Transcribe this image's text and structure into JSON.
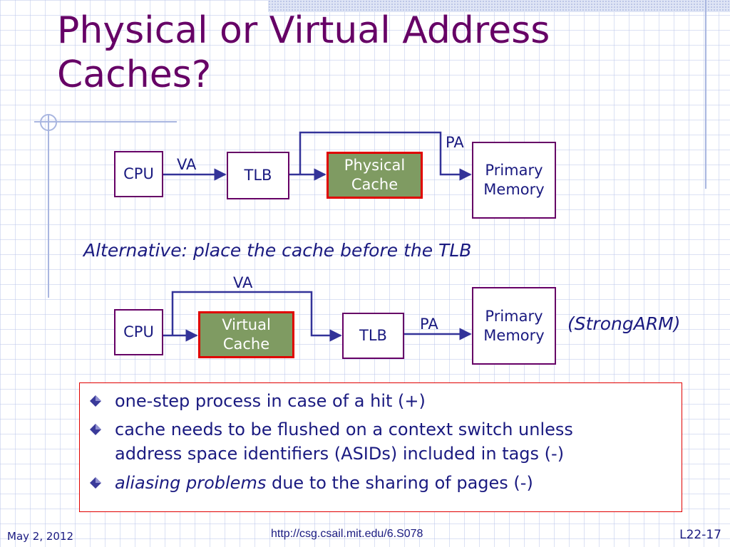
{
  "title": {
    "line1": "Physical or Virtual Address",
    "line2": "Caches?"
  },
  "diagram1": {
    "cpu": "CPU",
    "va_label": "VA",
    "tlb": "TLB",
    "cache_line1": "Physical",
    "cache_line2": "Cache",
    "pa_label": "PA",
    "mem_line1": "Primary",
    "mem_line2": "Memory"
  },
  "alternative": "Alternative: place the cache before the TLB",
  "diagram2": {
    "cpu": "CPU",
    "va_label": "VA",
    "cache_line1": "Virtual",
    "cache_line2": "Cache",
    "tlb": "TLB",
    "pa_label": "PA",
    "mem_line1": "Primary",
    "mem_line2": "Memory",
    "note": "(StrongARM)"
  },
  "bullets": {
    "b1": "one-step process in case of a hit (+)",
    "b2_line1": "cache needs to be flushed on a context switch unless",
    "b2_line2": "address space identifiers (ASIDs) included in tags (-)",
    "b3_italic": "aliasing problems",
    "b3_rest": " due to the sharing of pages (-)"
  },
  "footer": {
    "date": "May 2, 2012",
    "url": "http://csg.csail.mit.edu/6.S078",
    "page": "L22-17"
  },
  "colors": {
    "title": "#660066",
    "text": "#1a1a80",
    "cache_fill": "#7f9b62",
    "highlight_border": "#e00000",
    "arrow": "#333399"
  }
}
